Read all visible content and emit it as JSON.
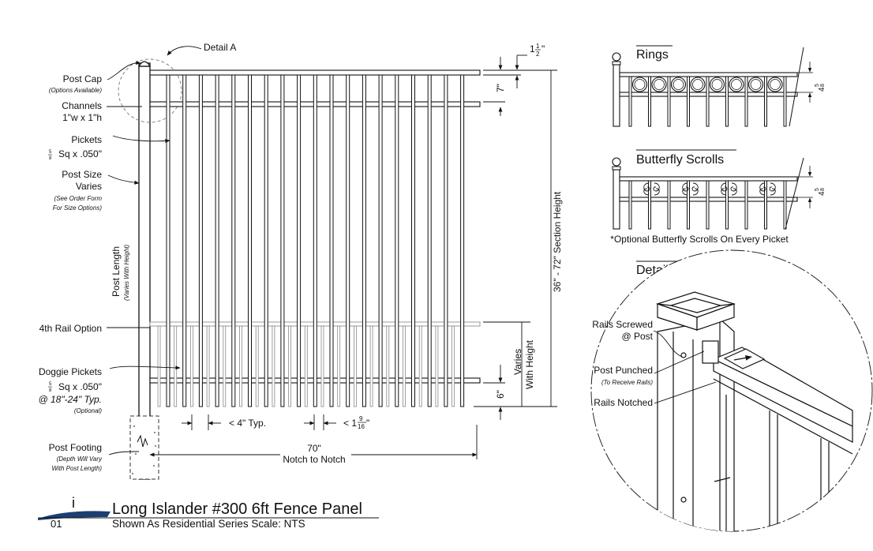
{
  "labels": {
    "detail_a_callout": "Detail A",
    "post_cap": "Post Cap",
    "post_cap_note": "(Options Available)",
    "channels": "Channels",
    "channels_size": "1\"w x 1\"h",
    "pickets": "Pickets",
    "pickets_size": "Sq x .050\"",
    "post_size": "Post Size",
    "post_size_2": "Varies",
    "post_size_note_1": "(See Order Form",
    "post_size_note_2": "For Size Options)",
    "post_length": "Post Length",
    "post_length_note": "(Varies With Height)",
    "fourth_rail": "4th Rail Option",
    "doggie_pickets": "Doggie Pickets",
    "doggie_size": "Sq x .050\"",
    "doggie_spacing": "@ 18\"-24\" Typ.",
    "doggie_optional": "(Optional)",
    "post_footing": "Post Footing",
    "post_footing_note_1": "(Depth Will Vary",
    "post_footing_note_2": "With Post Length)"
  },
  "fractions": {
    "picket_frac_num": "5",
    "picket_frac_den": "8",
    "top_gap_whole": "1",
    "top_gap_num": "1",
    "top_gap_den": "2",
    "gap_whole": "< 1",
    "gap_num": "9",
    "gap_den": "16",
    "rings_h": "4",
    "rings_num": "5",
    "rings_den": "8"
  },
  "dimensions": {
    "channel_spacing": "7\"",
    "section_height": "36\" - 72\" Section Height",
    "varies_1": "Varies",
    "varies_2": "With Height",
    "bottom_gap": "6\"",
    "picket_spacing": "< 4\" Typ.",
    "notch_1": "70\"",
    "notch_2": "Notch to Notch"
  },
  "details": {
    "rings_title": "Rings",
    "butterfly_title": "Butterfly Scrolls",
    "butterfly_note": "*Optional Butterfly Scrolls On Every Picket",
    "detail_a_title": "Detail A",
    "rails_screwed_1": "Rails Screwed",
    "rails_screwed_2": "@ Post",
    "post_punched": "Post Punched",
    "post_punched_note": "(To Receive Rails)",
    "rails_notched": "Rails Notched"
  },
  "title_block": {
    "icon": "i",
    "number": "01",
    "title": "Long Islander #300 6ft Fence Panel",
    "subtitle": "Shown As Residential Series   Scale: NTS"
  }
}
